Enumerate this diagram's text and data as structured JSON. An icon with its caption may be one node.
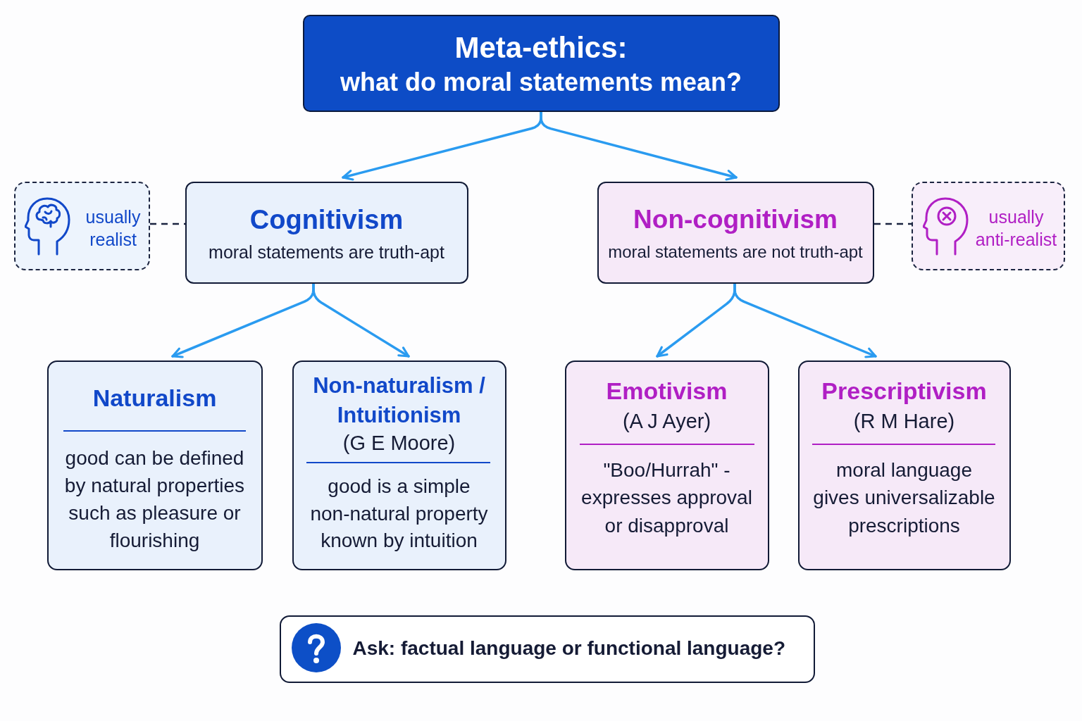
{
  "diagram": {
    "nodes": [
      {
        "text": [
          "Meta-ethics:",
          "what do moral statements mean?"
        ]
      },
      {
        "text": [
          "usually realist"
        ]
      },
      {
        "text": [
          "Cognitivism",
          "moral statements are truth-apt"
        ]
      },
      {
        "text": [
          "Non-cognitivism",
          "moral statements are not truth-apt"
        ]
      },
      {
        "text": [
          "usually anti-realist"
        ]
      },
      {
        "text": [
          "Naturalism",
          "good can be defined by natural properties such as pleasure or flourishing"
        ]
      },
      {
        "text": [
          "Non-naturalism / Intuitionism",
          "(G E Moore)",
          "good is a simple non-natural property known by intuition"
        ]
      },
      {
        "text": [
          "Emotivism",
          "(A J Ayer)",
          "\"Boo/Hurrah\" - expresses approval or disapproval"
        ]
      },
      {
        "text": [
          "Prescriptivism",
          "(R M Hare)",
          "moral language gives universalizable prescriptions"
        ]
      },
      {
        "text": [
          "Ask: factual language or functional language?"
        ]
      }
    ],
    "edges": [
      {
        "from": 0,
        "to": 2,
        "arrow": "to"
      },
      {
        "from": 0,
        "to": 3,
        "arrow": "to"
      },
      {
        "from": 1,
        "to": 2,
        "arrow": "none",
        "style": "dashed",
        "color": "#1b2440"
      },
      {
        "from": 3,
        "to": 4,
        "arrow": "none",
        "style": "dashed",
        "color": "#1b2440"
      },
      {
        "from": 2,
        "to": 5,
        "arrow": "to"
      },
      {
        "from": 2,
        "to": 6,
        "arrow": "to"
      },
      {
        "from": 3,
        "to": 7,
        "arrow": "to"
      },
      {
        "from": 3,
        "to": 8,
        "arrow": "to"
      }
    ]
  }
}
